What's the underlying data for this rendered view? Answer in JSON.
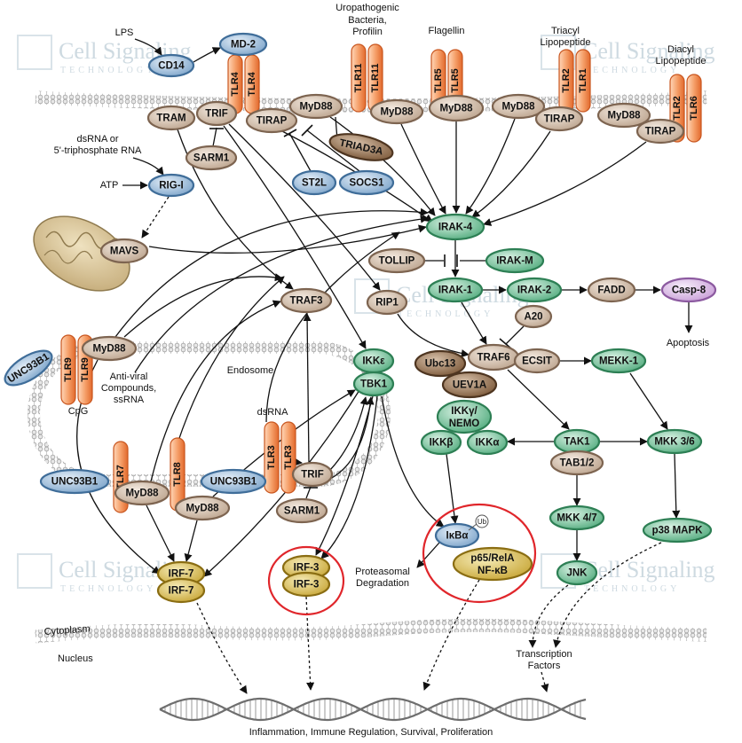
{
  "watermark": {
    "brand": "Cell Signaling",
    "sub": "TECHNOLOGY"
  },
  "labels": {
    "lps": "LPS",
    "uro1": "Uropathogenic",
    "uro2": "Bacteria,",
    "uro3": "Profilin",
    "flagellin": "Flagellin",
    "triacyl1": "Triacyl",
    "triacyl2": "Lipopeptide",
    "diacyl1": "Diacyl",
    "diacyl2": "Lipopeptide",
    "dsrna1": "dsRNA or",
    "dsrna2": "5'-triphosphate RNA",
    "atp": "ATP",
    "endosome": "Endosome",
    "antiviral1": "Anti-viral",
    "antiviral2": "Compounds,",
    "antiviral3": "ssRNA",
    "cpg": "CpG",
    "dsrna": "dsRNA",
    "apoptosis": "Apoptosis",
    "proteasomal1": "Proteasomal",
    "proteasomal2": "Degradation",
    "transcription1": "Transcription",
    "transcription2": "Factors",
    "cytoplasm": "Cytoplasm",
    "nucleus": "Nucleus",
    "outcome": "Inflammation, Immune Regulation, Survival, Proliferation"
  },
  "receptors": {
    "tlr4": "TLR4",
    "tlr11": "TLR11",
    "tlr5": "TLR5",
    "tlr2": "TLR2",
    "tlr1": "TLR1",
    "tlr6": "TLR6",
    "tlr9": "TLR9",
    "tlr7": "TLR7",
    "tlr8": "TLR8",
    "tlr3": "TLR3"
  },
  "nodes": {
    "md2": "MD-2",
    "cd14": "CD14",
    "tram": "TRAM",
    "trif": "TRIF",
    "tirap": "TIRAP",
    "myd88": "MyD88",
    "sarm1": "SARM1",
    "triad3a": "TRIAD3A",
    "st2l": "ST2L",
    "socs1": "SOCS1",
    "rigi": "RIG-I",
    "mavs": "MAVS",
    "irak4": "IRAK-4",
    "tollip": "TOLLIP",
    "irakm": "IRAK-M",
    "traf3": "TRAF3",
    "rip1": "RIP1",
    "irak1": "IRAK-1",
    "irak2": "IRAK-2",
    "fadd": "FADD",
    "casp8": "Casp-8",
    "a20": "A20",
    "ikke": "IKKε",
    "tbk1": "TBK1",
    "ubc13": "Ubc13",
    "traf6": "TRAF6",
    "ecsit": "ECSIT",
    "uev1a": "UEV1A",
    "mekk1": "MEKK-1",
    "unc93b1": "UNC93B1",
    "nemo1": "IKKγ/",
    "nemo2": "NEMO",
    "ikkb": "IKKβ",
    "ikka": "IKKα",
    "tak1": "TAK1",
    "tab12": "TAB1/2",
    "mkk36": "MKK 3/6",
    "mkk47": "MKK 4/7",
    "p38": "p38 MAPK",
    "jnk": "JNK",
    "ikba": "IκBα",
    "ub": "Ub",
    "p65": "p65/RelA",
    "nfkb": "NF-κB",
    "irf7": "IRF-7",
    "irf3": "IRF-3"
  },
  "colors": {
    "tan": "#cdb9a7",
    "blue": "#8fb3d3",
    "green": "#5fb88b",
    "brown": "#8c6a4a",
    "gold": "#d8bd4c",
    "violet": "#d7b3e3",
    "receptor": "#f08a4b",
    "highlight": "#e0262b"
  }
}
